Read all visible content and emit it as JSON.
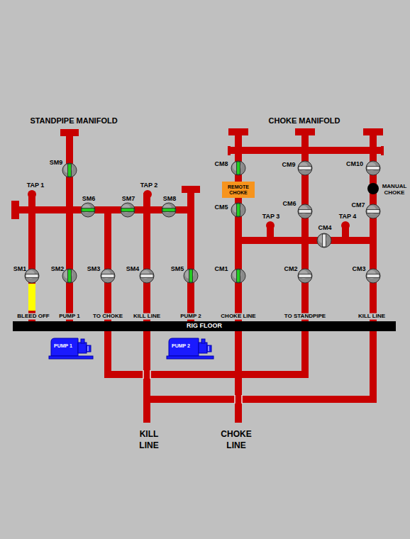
{
  "diagram": {
    "nodes": [
      {
        "text": [
          "REMOTE CHOKE"
        ]
      },
      {
        "text": [
          "RIG FLOOR"
        ]
      },
      {
        "text": [
          "PUMP 1"
        ]
      },
      {
        "text": [
          "PUMP 2"
        ]
      }
    ],
    "labels": [
      "STANDPIPE MANIFOLD",
      "CHOKE MANIFOLD",
      "SM9",
      "TAP 1",
      "TAP 2",
      "SM6",
      "SM7",
      "SM8",
      "SM1",
      "SM2",
      "SM3",
      "SM4",
      "SM5",
      "BLEED OFF",
      "PUMP 1",
      "TO CHOKE",
      "KILL LINE",
      "PUMP 2",
      "CM8",
      "CM9",
      "CM10",
      "MANUAL CHOKE",
      "CM5",
      "CM6",
      "CM7",
      "TAP 3",
      "TAP 4",
      "CM4",
      "CM1",
      "CM2",
      "CM3",
      "CHOKE LINE",
      "TO STANDPIPE",
      "KILL LINE",
      "KILL LINE",
      "CHOKE LINE"
    ]
  }
}
